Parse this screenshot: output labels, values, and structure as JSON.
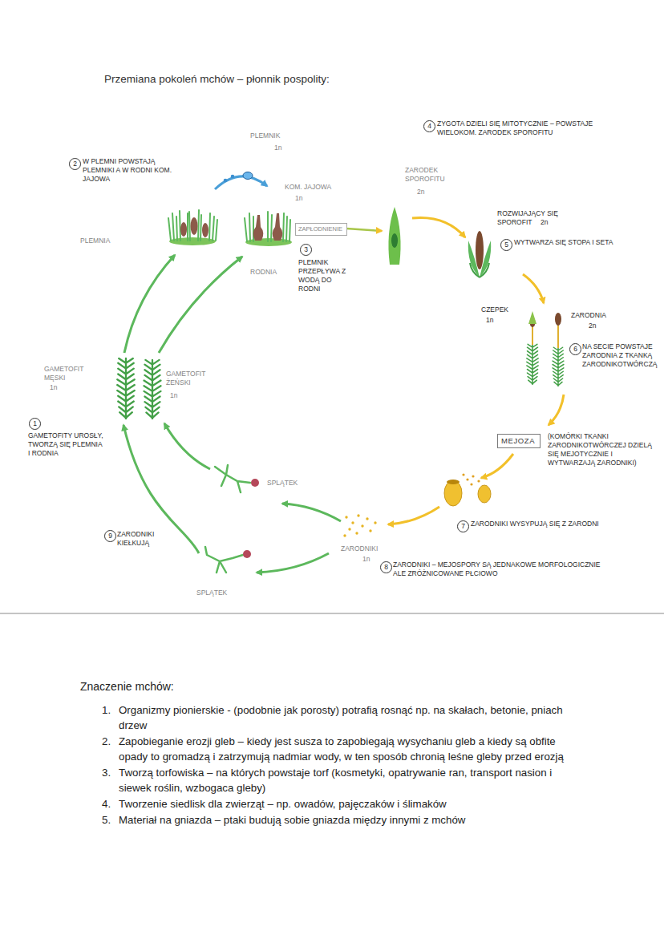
{
  "diagram": {
    "title": "Przemiana pokoleń mchów – płonnik pospolity:",
    "nodes": [
      {
        "text": [
          "ZAPŁODNIENIE"
        ]
      },
      {
        "text": [
          "MEJOZA"
        ]
      }
    ],
    "labels": [
      "4",
      "ZYGOTA DZIELI SIĘ MITOTYCZNIE – POWSTAJE WIELOKOM. ZARODEK SPOROFITU",
      "PLEMNIK",
      "1n",
      "2",
      "W PLEMNI POWSTAJĄ PLEMNIKI A W RODNI KOM. JAJOWA",
      "KOM. JAJOWA",
      "1n",
      "ZARODEK SPOROFITU",
      "2n",
      "ROZWIJAJĄCY SIĘ SPOROFIT",
      "2n",
      "5",
      "WYTWARZA SIĘ STOPA I SETA",
      "PLEMNIA",
      "RODNIA",
      "3",
      "PLEMNIK PRZEPŁYWA Z WODĄ DO RODNI",
      "CZEPEK",
      "1n",
      "ZARODNIA",
      "2n",
      "6",
      "NA SECIE POWSTAJE ZARODNIA Z TKANKĄ ZARODNIKOTWÓRCZĄ",
      "GAMETOFIT MĘSKI",
      "1n",
      "GAMETOFIT ŻEŃSKI",
      "1n",
      "1",
      "GAMETOFITY UROSŁY, TWORZĄ SIĘ PLEMNIA I RODNIA",
      "(KOMÓRKI TKANKI ZARODNIKOTWÓRCZEJ DZIELĄ SIĘ MEJOTYCZNIE I WYTWARZAJĄ ZARODNIKI)",
      "SPLĄTEK",
      "7",
      "ZARODNIKI WYSYPUJĄ SIĘ Z ZARODNI",
      "9",
      "ZARODNIKI KIEŁKUJĄ",
      "ZARODNIKI",
      "1n",
      "8",
      "ZARODNIKI – MEJOSPORY SĄ JEDNAKOWE MORFOLOGICZNIE ALE ZRÓŻNICOWANE PŁCIOWO",
      "SPLĄTEK",
      "Znaczenie mchów:",
      "1.",
      "Organizmy pionierskie - (podobnie jak porosty) potrafią rosnąć np. na skałach, betonie, pniach drzew",
      "2.",
      "Zapobieganie erozji gleb – kiedy jest susza to zapobiegają wysychaniu gleb a kiedy są obfite opady to gromadzą i zatrzymują nadmiar wody, w ten sposób chronią leśne gleby przed erozją",
      "3.",
      "Tworzą torfowiska – na których powstaje torf (kosmetyki, opatrywanie ran, transport nasion i siewek roślin, wzbogaca gleby)",
      "4.",
      "Tworzenie siedlisk dla zwierząt – np. owadów, pajęczaków i ślimaków",
      "5.",
      "Materiał na gniazda – ptaki budują sobie gniazda między innymi z mchów"
    ]
  }
}
